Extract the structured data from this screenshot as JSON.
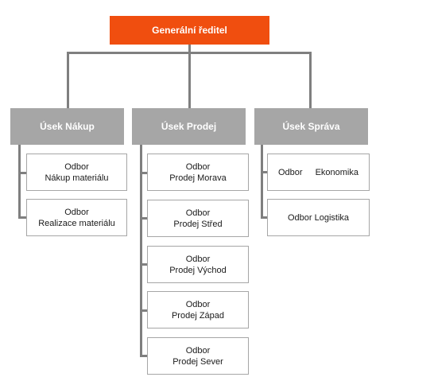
{
  "colors": {
    "accent": "#f04e0f",
    "section_fill": "#a6a6a6",
    "connector": "#7f7f7f",
    "dept_border": "#a6a6a6"
  },
  "root": {
    "label": "Generální ředitel"
  },
  "sections": [
    {
      "label": "Úsek Nákup",
      "departments": [
        {
          "line1": "Odbor",
          "line2": "Nákup materiálu"
        },
        {
          "line1": "Odbor",
          "line2": "Realizace materiálu"
        }
      ]
    },
    {
      "label": "Úsek Prodej",
      "departments": [
        {
          "line1": "Odbor",
          "line2": "Prodej Morava"
        },
        {
          "line1": "Odbor",
          "line2": "Prodej Střed"
        },
        {
          "line1": "Odbor",
          "line2": "Prodej Východ"
        },
        {
          "line1": "Odbor",
          "line2": "Prodej Západ"
        },
        {
          "line1": "Odbor",
          "line2": "Prodej Sever"
        }
      ]
    },
    {
      "label": "Úsek Správa",
      "departments": [
        {
          "line1": "Odbor",
          "line2": "Ekonomika"
        },
        {
          "line1": "Odbor Logistika"
        }
      ]
    }
  ]
}
